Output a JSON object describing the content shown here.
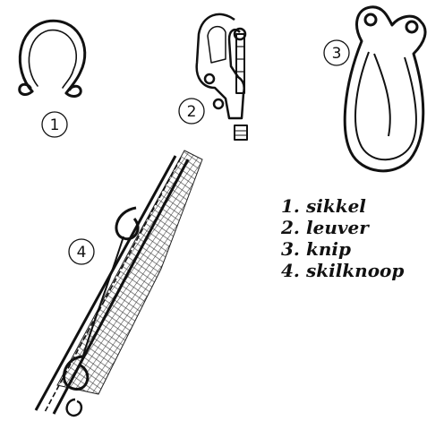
{
  "figures": [
    {
      "id": "1",
      "icon": "ring-hook-icon"
    },
    {
      "id": "2",
      "icon": "snap-shackle-icon"
    },
    {
      "id": "3",
      "icon": "carabiner-hook-icon"
    },
    {
      "id": "4",
      "icon": "rope-splice-knot-icon"
    }
  ],
  "legend": [
    {
      "num": "1.",
      "label": "sikkel"
    },
    {
      "num": "2.",
      "label": "leuver"
    },
    {
      "num": "3.",
      "label": "knip"
    },
    {
      "num": "4.",
      "label": "skilknoop"
    }
  ]
}
